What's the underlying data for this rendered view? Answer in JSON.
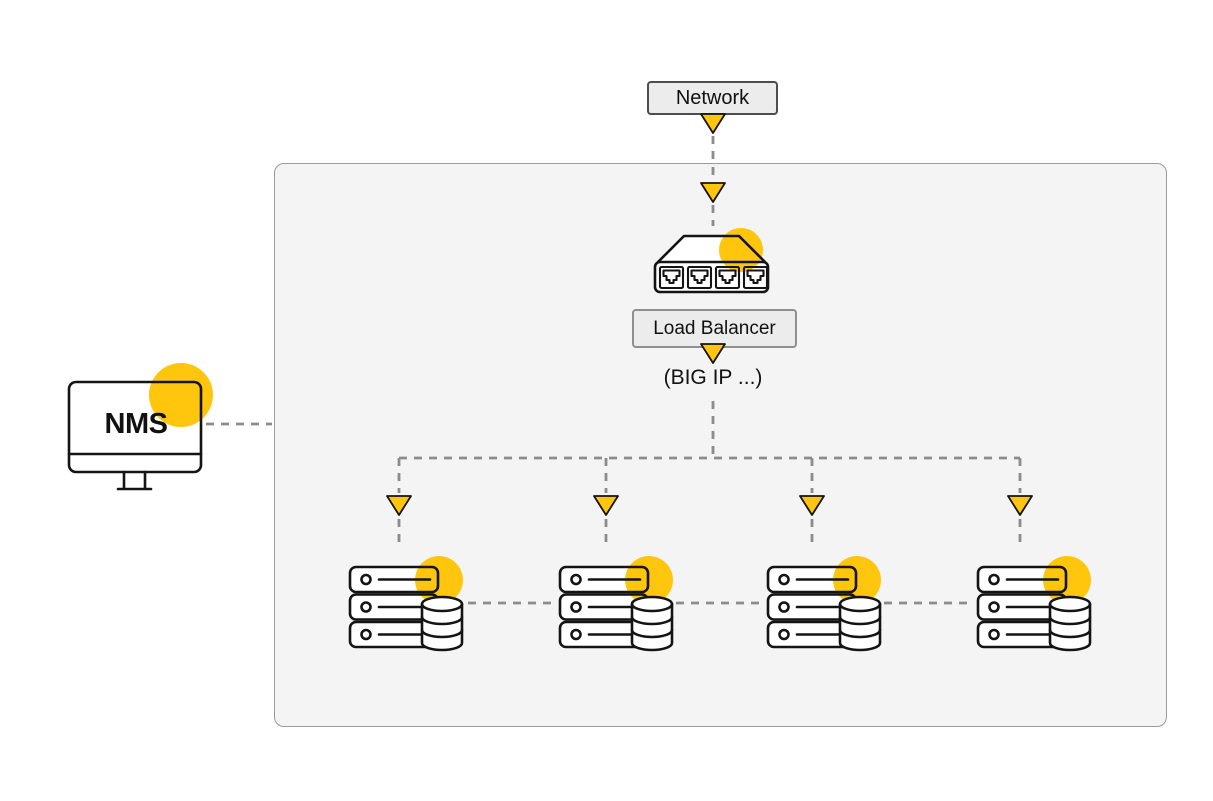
{
  "diagram": {
    "network": {
      "label": "Network"
    },
    "load_balancer": {
      "label": "Load Balancer",
      "sublabel": "(BIG IP ...)",
      "icon": "network-switch-icon"
    },
    "nms": {
      "label": "NMS",
      "icon": "desktop-monitor-icon"
    },
    "server_farm": {
      "count": 4,
      "icon": "server-rack-database-icon"
    }
  },
  "colors": {
    "page_bg": "#FFFFFF",
    "accent_yellow": "#FFC60D",
    "connector_gray": "#8C8C8C",
    "container_fill": "#F4F4F5",
    "container_border": "#9B9B9B",
    "label_fill": "#ECECEC",
    "label_border_dark": "#4D4D4D",
    "label_border_light": "#8F8F8F",
    "icon_stroke": "#141414",
    "icon_fill": "#FFFFFF",
    "text_color": "#111111"
  }
}
